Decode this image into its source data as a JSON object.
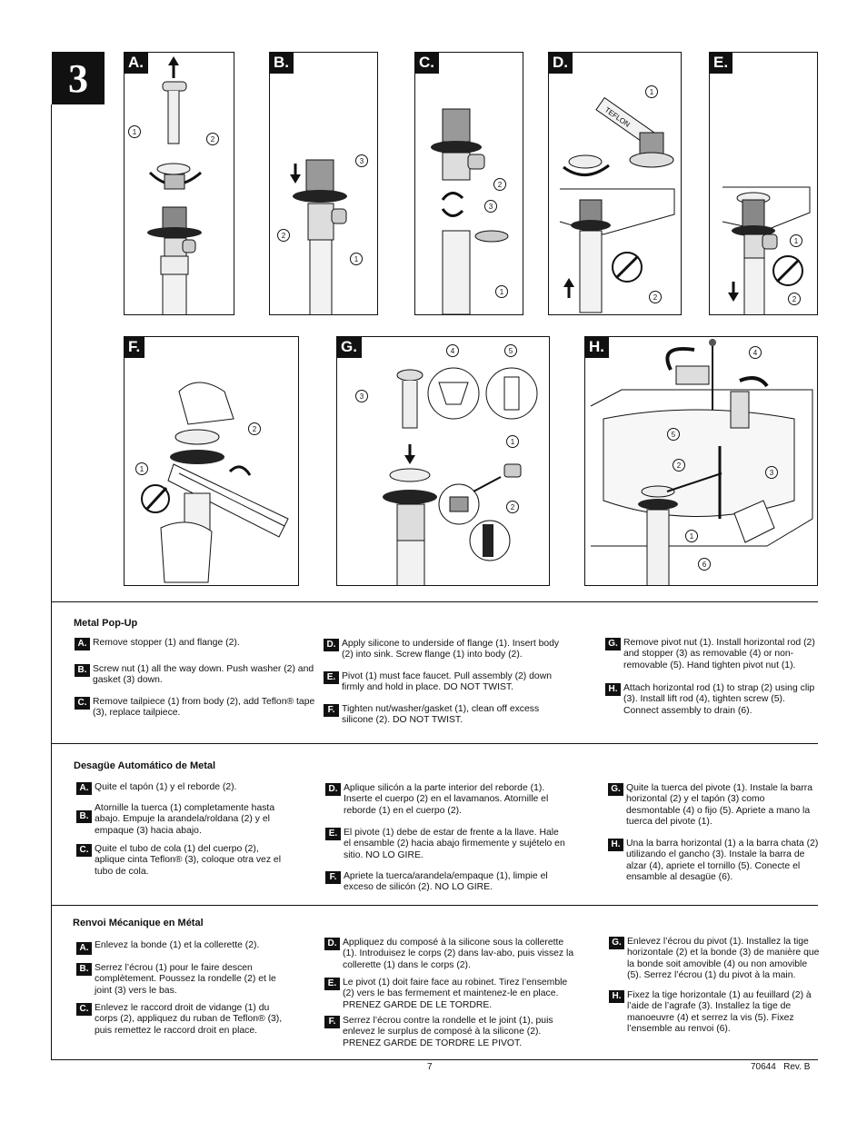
{
  "step_number": "3",
  "panels": [
    {
      "letter": "A.",
      "callouts": [
        "1",
        "2"
      ]
    },
    {
      "letter": "B.",
      "callouts": [
        "3",
        "2",
        "1"
      ]
    },
    {
      "letter": "C.",
      "callouts": [
        "2",
        "3",
        "1"
      ]
    },
    {
      "letter": "D.",
      "callouts": [
        "1",
        "2"
      ]
    },
    {
      "letter": "E.",
      "callouts": [
        "1",
        "2"
      ]
    },
    {
      "letter": "F.",
      "callouts": [
        "2",
        "1"
      ]
    },
    {
      "letter": "G.",
      "callouts": [
        "4",
        "5",
        "3",
        "1",
        "2"
      ]
    },
    {
      "letter": "H.",
      "callouts": [
        "4",
        "5",
        "2",
        "3",
        "1",
        "6"
      ]
    }
  ],
  "diagram_labels": {
    "teflon_tube": "TEFLON"
  },
  "sections": [
    {
      "title": "Metal Pop-Up",
      "items": [
        {
          "tag": "A.",
          "text": "Remove stopper (1) and flange (2)."
        },
        {
          "tag": "B.",
          "text": "Screw nut (1) all the way down. Push washer (2) and gasket (3) down."
        },
        {
          "tag": "C.",
          "text": "Remove tailpiece (1) from body (2), add Teflon® tape (3), replace tailpiece."
        },
        {
          "tag": "D.",
          "text": "Apply silicone to underside of flange (1). Insert body (2) into sink. Screw flange (1) into body (2)."
        },
        {
          "tag": "E.",
          "text": "Pivot (1) must face faucet. Pull assembly (2) down firmly and hold in place. DO NOT TWIST."
        },
        {
          "tag": "F.",
          "text": "Tighten nut/washer/gasket (1), clean off excess silicone (2). DO NOT TWIST."
        },
        {
          "tag": "G.",
          "text": "Remove pivot nut (1). Install horizontal rod (2) and stopper (3) as removable (4) or non-removable (5). Hand tighten pivot nut (1)."
        },
        {
          "tag": "H.",
          "text": "Attach horizontal rod (1) to strap (2) using clip (3). Install lift rod (4), tighten screw (5). Connect assembly to drain (6)."
        }
      ]
    },
    {
      "title": "Desagüe Automático de Metal",
      "items": [
        {
          "tag": "A.",
          "text": "Quite el tapón (1) y el reborde (2)."
        },
        {
          "tag": "B.",
          "text": "Atornille la tuerca (1) completamente hasta abajo. Empuje la arandela/roldana (2) y el empaque (3) hacia abajo."
        },
        {
          "tag": "C.",
          "text": "Quite el tubo de cola (1) del cuerpo (2), aplique cinta Teflon® (3), coloque otra vez el tubo de cola."
        },
        {
          "tag": "D.",
          "text": "Aplique silicón a la parte interior del reborde (1). Inserte el cuerpo (2) en el lavamanos. Atornille el reborde (1) en el cuerpo (2)."
        },
        {
          "tag": "E.",
          "text": "El pivote (1) debe de estar de frente a la llave. Hale el ensamble (2) hacia abajo firmemente y sujételo en sitio. NO LO GIRE."
        },
        {
          "tag": "F.",
          "text": "Apriete la tuerca/arandela/empaque (1), limpie el exceso de silicón (2). NO LO GIRE."
        },
        {
          "tag": "G.",
          "text": "Quite la tuerca del pivote (1). Instale la barra horizontal (2) y el tapón (3) como desmontable (4) o fijo (5). Apriete a mano la tuerca del pivote (1)."
        },
        {
          "tag": "H.",
          "text": "Una la barra horizontal (1) a la barra chata (2) utilizando el gancho (3). Instale la barra de alzar (4), apriete el tornillo (5). Conecte el ensamble al desagüe (6)."
        }
      ]
    },
    {
      "title": "Renvoi Mécanique en Métal",
      "items": [
        {
          "tag": "A.",
          "text": "Enlevez la bonde (1) et la collerette (2)."
        },
        {
          "tag": "B.",
          "text": "Serrez l’écrou (1) pour le faire descen complètement. Poussez la rondelle (2) et le joint (3) vers le bas."
        },
        {
          "tag": "C.",
          "text": "Enlevez le raccord droit de vidange (1) du corps (2), appliquez du ruban de Teflon® (3), puis remettez le raccord droit en place."
        },
        {
          "tag": "D.",
          "text": "Appliquez du composé à la silicone sous la collerette (1). Introduisez le corps (2) dans lav-abo, puis vissez la collerette (1) dans le corps (2)."
        },
        {
          "tag": "E.",
          "text": "Le pivot (1) doit faire face au robinet. Tirez l’ensemble (2) vers le bas fermement et maintenez-le en place. PRENEZ GARDE DE LE TORDRE."
        },
        {
          "tag": "F.",
          "text": "Serrez l’écrou contre la rondelle et le joint (1), puis enlevez le surplus de composé à la silicone (2). PRENEZ GARDE DE TORDRE LE PIVOT."
        },
        {
          "tag": "G.",
          "text": "Enlevez l’écrou du pivot (1). Installez la tige horizontale (2) et la bonde (3) de manière que la bonde soit amovible (4) ou non amovible (5). Serrez l’écrou (1) du pivot à la main."
        },
        {
          "tag": "H.",
          "text": "Fixez la tige horizontale (1) au feuillard (2) à l’aide de l’agrafe (3). Installez la tige de manoeuvre (4) et serrez la vis (5). Fixez l’ensemble au renvoi (6)."
        }
      ]
    }
  ],
  "footer": {
    "page": "7",
    "doc": "70644   Rev. B"
  }
}
